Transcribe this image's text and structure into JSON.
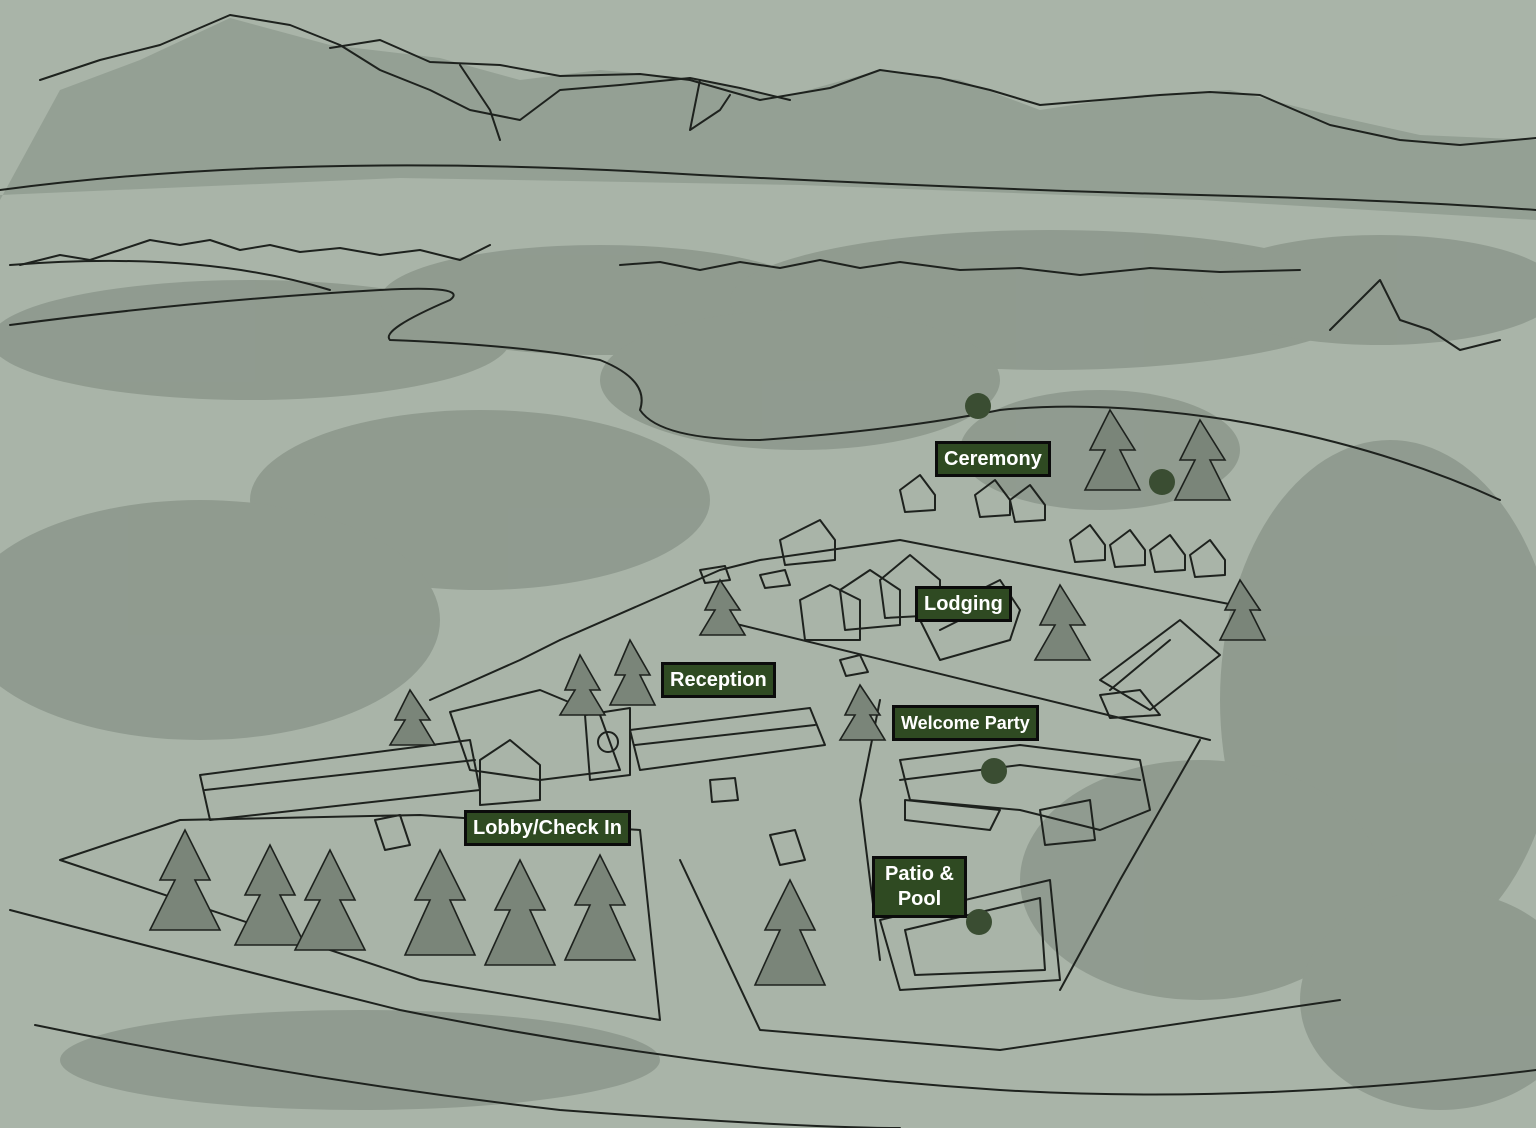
{
  "map": {
    "colors": {
      "background": "#a9b4a8",
      "label_fill": "#2f4a22",
      "label_border": "#0b0b0b",
      "label_text": "#ffffff",
      "pin": "#3a4d32",
      "sketch_line": "#1e221e",
      "wash": "#7c877b"
    },
    "labels": {
      "ceremony": "Ceremony",
      "lodging": "Lodging",
      "reception": "Reception",
      "welcome_party": "Welcome Party",
      "lobby": "Lobby/Check In",
      "patio": "Patio &\nPool"
    },
    "markers": [
      "ceremony",
      "ceremony-forest",
      "welcome-party",
      "patio-pool"
    ]
  }
}
